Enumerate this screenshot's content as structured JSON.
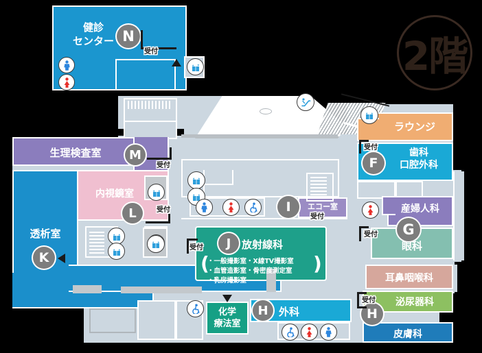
{
  "floor": {
    "watermark": "2階",
    "watermark_color": "#2e2119"
  },
  "rooms": [
    {
      "id": "kenshin",
      "label": "健診\nセンター",
      "marker": "N",
      "color": "#1b96cf"
    },
    {
      "id": "seiri",
      "label": "生理検査室",
      "marker": "M",
      "color": "#8b7dbd"
    },
    {
      "id": "naishikyo",
      "label": "内視鏡室",
      "marker": "L",
      "color": "#f0bfd0"
    },
    {
      "id": "toseki",
      "label": "透析室",
      "marker": "K",
      "color": "#1b8fcb"
    },
    {
      "id": "housha",
      "label": "放射線科",
      "marker": "J",
      "color": "#1ea08a"
    },
    {
      "id": "echo",
      "label": "エコー室",
      "marker": "I",
      "color": "#9b8cc4"
    },
    {
      "id": "kagaku",
      "label": "化学\n療法室",
      "marker": "",
      "color": "#16a085"
    },
    {
      "id": "geka",
      "label": "外科",
      "marker": "H",
      "color": "#1aa9d6"
    },
    {
      "id": "lounge",
      "label": "ラウンジ",
      "marker": "",
      "color": "#f0ad72"
    },
    {
      "id": "shika",
      "label": "歯科\n口腔外科",
      "marker": "F",
      "color": "#1aa9d6"
    },
    {
      "id": "sanfujin",
      "label": "産婦人科",
      "marker": "",
      "color": "#8b7dbd"
    },
    {
      "id": "ganka",
      "label": "眼科",
      "marker": "G",
      "color": "#84bfb0"
    },
    {
      "id": "jibi",
      "label": "耳鼻咽喉科",
      "marker": "",
      "color": "#d6a79c"
    },
    {
      "id": "hinyo",
      "label": "泌尿器科",
      "marker": "H",
      "color": "#8dc061"
    },
    {
      "id": "hifu",
      "label": "皮膚科",
      "marker": "",
      "color": "#1f7cba"
    }
  ],
  "radiology_sub": [
    "・一般撮影室・X線TV撮影室",
    "・血管造影室・骨密度測定室",
    "・乳房撮影室"
  ],
  "reception_label": "受付",
  "receptions": [
    {
      "at": "kenshin"
    },
    {
      "at": "seiri"
    },
    {
      "at": "naishikyo"
    },
    {
      "at": "housha"
    },
    {
      "at": "echo"
    },
    {
      "at": "shika"
    },
    {
      "at": "ganka"
    },
    {
      "at": "hinyo"
    }
  ],
  "icons": {
    "male": "male-restroom-icon",
    "female": "female-restroom-icon",
    "wheelchair": "wheelchair-accessible-icon",
    "elevator": "elevator-icon",
    "escalator": "escalator-icon"
  },
  "palette": {
    "background": "#000000",
    "corridor": "#ccd7e0",
    "wall": "#ffffff",
    "marker_circle": "#7d7d7d",
    "void": "#ffffff",
    "grey_block": "#c3c8cc"
  }
}
